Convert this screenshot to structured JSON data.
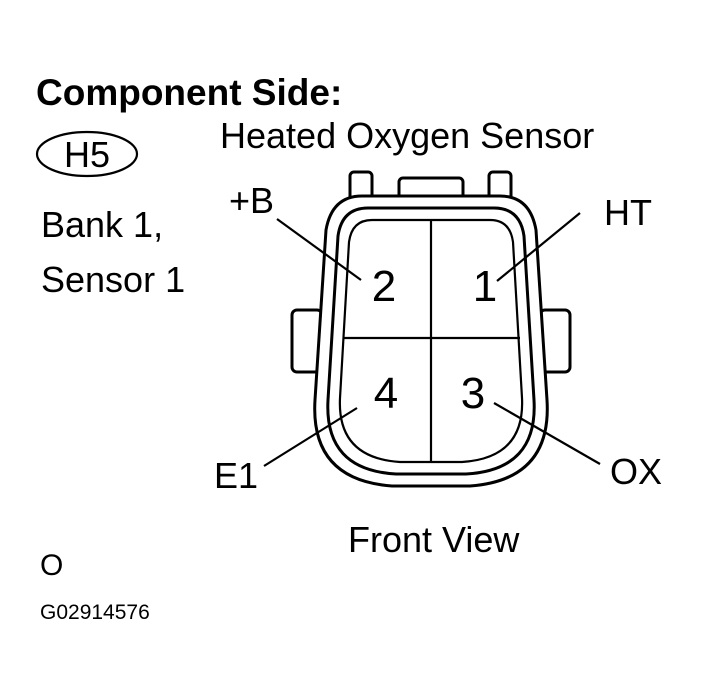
{
  "heading": "Component Side:",
  "connector": {
    "code": "H5",
    "name": "Heated Oxygen Sensor",
    "location_line1": "Bank 1,",
    "location_line2": "Sensor 1"
  },
  "pins": [
    {
      "number": "1",
      "terminal": "HT"
    },
    {
      "number": "2",
      "terminal": "+B"
    },
    {
      "number": "3",
      "terminal": "OX"
    },
    {
      "number": "4",
      "terminal": "E1"
    }
  ],
  "view_label": "Front View",
  "color_code": "O",
  "figure_id": "G02914576",
  "colors": {
    "line": "#000000",
    "background": "#ffffff"
  }
}
